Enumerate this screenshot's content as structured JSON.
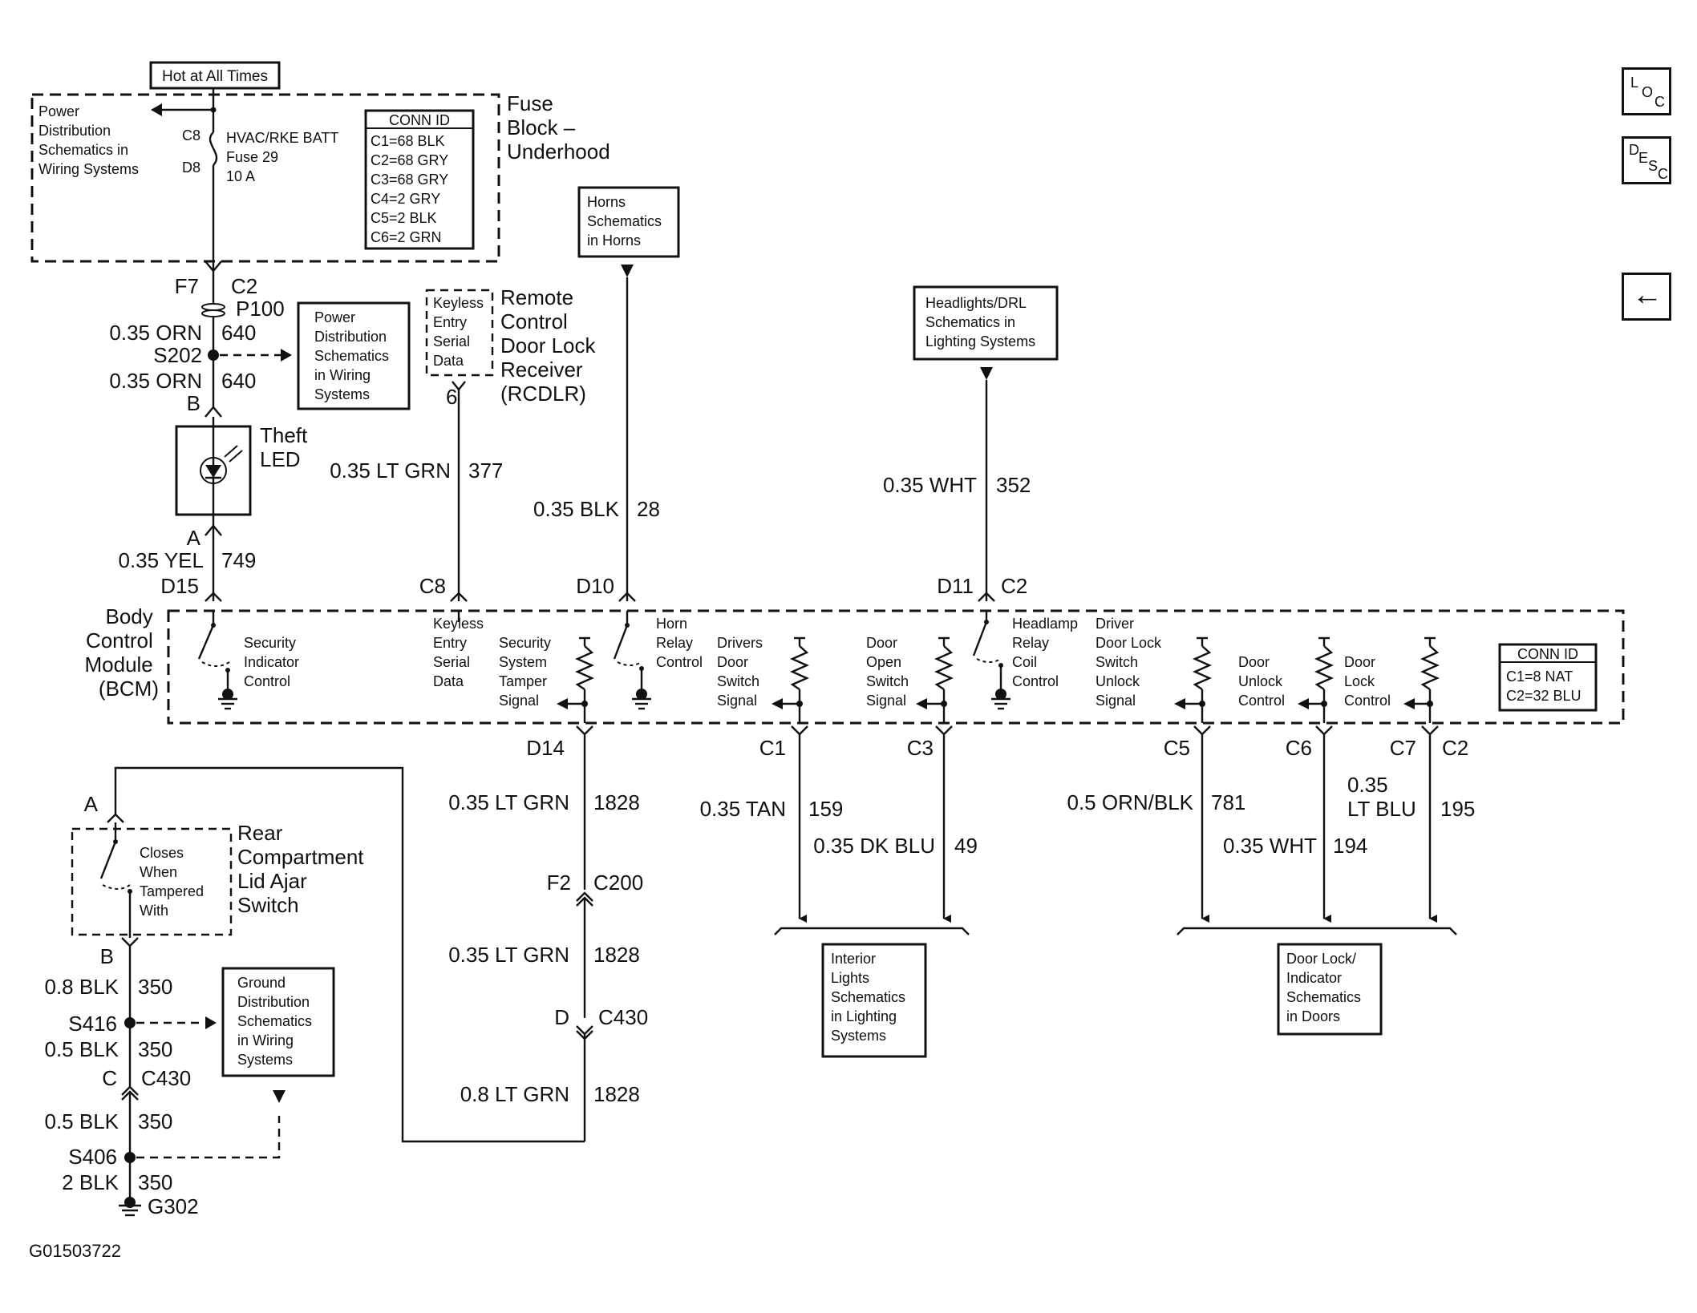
{
  "hot_label": "Hot at All Times",
  "fuse_block": {
    "title": [
      "Fuse",
      "Block –",
      "Underhood"
    ],
    "power_ref": [
      "Power",
      "Distribution",
      "Schematics in",
      "Wiring Systems"
    ],
    "pin_c8": "C8",
    "pin_d8": "D8",
    "fuse_desc": [
      "HVAC/RKE BATT",
      "Fuse 29",
      "10 A"
    ],
    "conn_title": "CONN ID",
    "conn": [
      "C1=68 BLK",
      "C2=68 GRY",
      "C3=68 GRY",
      "C4=2 GRY",
      "C5=2 BLK",
      "C6=2 GRN"
    ]
  },
  "left_column": {
    "f7": "F7",
    "c2": "C2",
    "p100": "P100",
    "w1": "0.35 ORN",
    "n1": "640",
    "s202": "S202",
    "w2": "0.35 ORN",
    "n2": "640",
    "b": "B",
    "power_ref": [
      "Power",
      "Distribution",
      "Schematics",
      "in Wiring",
      "Systems"
    ],
    "theft": [
      "Theft",
      "LED"
    ],
    "a": "A",
    "w3": "0.35 YEL",
    "n3": "749",
    "d15": "D15"
  },
  "rcdlr": {
    "inner": [
      "Keyless",
      "Entry",
      "Serial",
      "Data"
    ],
    "title": [
      "Remote",
      "Control",
      "Door Lock",
      "Receiver",
      "(RCDLR)"
    ],
    "pin": "6",
    "wire": "0.35 LT GRN",
    "circuit": "377",
    "bcm_pin": "C8"
  },
  "horns": {
    "ref": [
      "Horns",
      "Schematics",
      "in Horns"
    ],
    "wire": "0.35 BLK",
    "circuit": "28",
    "pin": "D10"
  },
  "headlights": {
    "ref": [
      "Headlights/DRL",
      "Schematics in",
      "Lighting Systems"
    ],
    "wire": "0.35 WHT",
    "circuit": "352",
    "pin1": "D11",
    "pin2": "C2"
  },
  "bcm": {
    "title": [
      "Body",
      "Control",
      "Module",
      "(BCM)"
    ],
    "security_indicator": [
      "Security",
      "Indicator",
      "Control"
    ],
    "keyless": [
      "Keyless",
      "Entry",
      "Serial",
      "Data"
    ],
    "tamper": [
      "Security",
      "System",
      "Tamper",
      "Signal"
    ],
    "horn_relay": [
      "Horn",
      "Relay",
      "Control"
    ],
    "drivers_door": [
      "Drivers",
      "Door",
      "Switch",
      "Signal"
    ],
    "door_open": [
      "Door",
      "Open",
      "Switch",
      "Signal"
    ],
    "headlamp_relay": [
      "Headlamp",
      "Relay",
      "Coil",
      "Control"
    ],
    "driver_unlock": [
      "Driver",
      "Door Lock",
      "Switch",
      "Unlock",
      "Signal"
    ],
    "door_unlock": [
      "Door",
      "Unlock",
      "Control"
    ],
    "door_lock": [
      "Door",
      "Lock",
      "Control"
    ],
    "conn_title": "CONN ID",
    "conn": [
      "C1=8 NAT",
      "C2=32 BLU"
    ]
  },
  "bottom_pins": {
    "d14": "D14",
    "c1": "C1",
    "c3": "C3",
    "c5": "C5",
    "c6": "C6",
    "c7": "C7",
    "c2": "C2"
  },
  "tamper_circuit": {
    "w1": "0.35 LT GRN",
    "n1": "1828",
    "f2": "F2",
    "c200": "C200",
    "w2": "0.35 LT GRN",
    "n2": "1828",
    "d": "D",
    "c430": "C430",
    "w3": "0.8 LT GRN",
    "n3": "1828"
  },
  "interior": {
    "w1": "0.35 TAN",
    "n1": "159",
    "w2": "0.35 DK BLU",
    "n2": "49",
    "ref": [
      "Interior",
      "Lights",
      "Schematics",
      "in Lighting",
      "Systems"
    ]
  },
  "doorlock": {
    "w1": "0.5 ORN/BLK",
    "n1": "781",
    "w2": "0.35 WHT",
    "n2": "194",
    "w3a": "0.35",
    "w3b": "LT BLU",
    "n3": "195",
    "ref": [
      "Door Lock/",
      "Indicator",
      "Schematics",
      "in Doors"
    ]
  },
  "rear_switch": {
    "a": "A",
    "title": [
      "Rear",
      "Compartment",
      "Lid Ajar",
      "Switch"
    ],
    "inner": [
      "Closes",
      "When",
      "Tampered",
      "With"
    ],
    "b": "B",
    "w1": "0.8 BLK",
    "n1": "350",
    "s416": "S416",
    "w2": "0.5 BLK",
    "n2": "350",
    "c": "C",
    "c430": "C430",
    "w3": "0.5 BLK",
    "n3": "350",
    "s406": "S406",
    "w4": "2 BLK",
    "n4": "350",
    "g302": "G302"
  },
  "ground_ref": [
    "Ground",
    "Distribution",
    "Schematics",
    "in Wiring",
    "Systems"
  ],
  "figure_id": "G01503722",
  "side_nav": {
    "loc": [
      "L",
      "O",
      "C"
    ],
    "desc": [
      "D",
      "E",
      "S",
      "C"
    ],
    "back_glyph": "←"
  }
}
